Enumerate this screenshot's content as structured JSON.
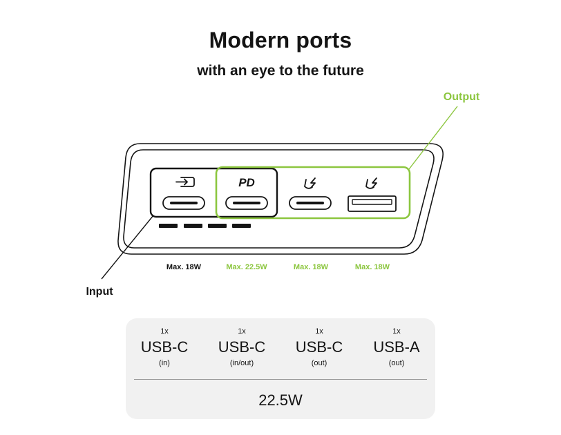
{
  "header": {
    "title": "Modern ports",
    "subtitle": "with an eye to the future"
  },
  "callouts": {
    "output_label": "Output",
    "input_label": "Input"
  },
  "ports": [
    {
      "icon": "input-arrow-icon",
      "max_power": "Max. 18W",
      "highlight": false
    },
    {
      "icon_text": "PD",
      "icon": "power-delivery-icon",
      "max_power": "Max. 22.5W",
      "highlight": true
    },
    {
      "icon": "fast-charge-bolt-icon",
      "max_power": "Max. 18W",
      "highlight": true
    },
    {
      "icon": "fast-charge-bolt-icon",
      "max_power": "Max. 18W",
      "highlight": true
    }
  ],
  "summary": {
    "columns": [
      {
        "qty": "1x",
        "type": "USB-C",
        "direction": "(in)"
      },
      {
        "qty": "1x",
        "type": "USB-C",
        "direction": "(in/out)"
      },
      {
        "qty": "1x",
        "type": "USB-C",
        "direction": "(out)"
      },
      {
        "qty": "1x",
        "type": "USB-A",
        "direction": "(out)"
      }
    ],
    "total": "22.5W"
  },
  "colors": {
    "accent": "#8cc63f",
    "text": "#141414",
    "card_bg": "#f1f1f1"
  }
}
